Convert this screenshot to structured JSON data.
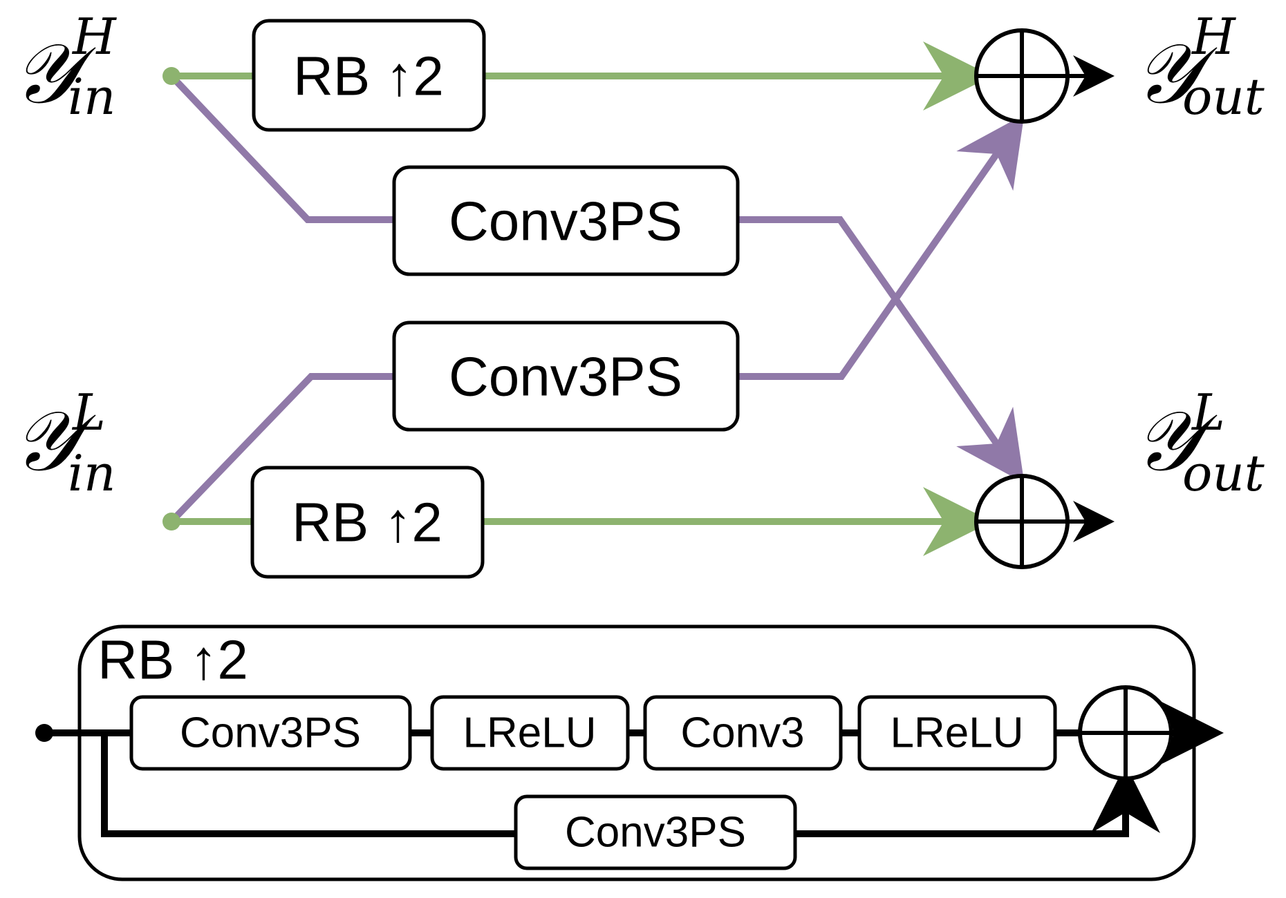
{
  "top_diagram": {
    "inputs": {
      "high": {
        "symbol": "𝒴",
        "sup": "H",
        "sub": "in"
      },
      "low": {
        "symbol": "𝒴",
        "sup": "L",
        "sub": "in"
      }
    },
    "outputs": {
      "high": {
        "symbol": "𝒴",
        "sup": "H",
        "sub": "out"
      },
      "low": {
        "symbol": "𝒴",
        "sup": "L",
        "sub": "out"
      }
    },
    "blocks": {
      "rb_high": "RB ↑2",
      "conv_high_to_low": "Conv3PS",
      "conv_low_to_high": "Conv3PS",
      "rb_low": "RB ↑2"
    }
  },
  "detail_block": {
    "title": "RB ↑2",
    "blocks": [
      "Conv3PS",
      "LReLU",
      "Conv3",
      "LReLU"
    ],
    "skip_block": "Conv3PS"
  },
  "colors": {
    "green": "#8db36f",
    "purple": "#9079a8",
    "black": "#000000"
  }
}
